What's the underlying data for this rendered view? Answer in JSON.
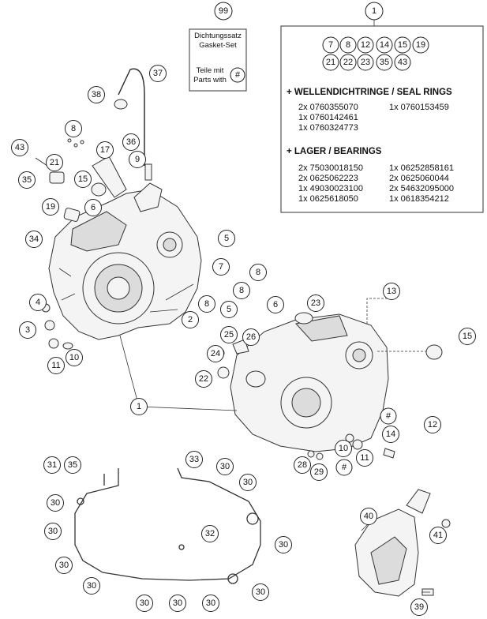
{
  "top_left_callout": "99",
  "gasket_kit": {
    "line1": "Dichtungssatz",
    "line2": "Gasket-Set",
    "line3": "Teile mit",
    "line4": "Parts with",
    "symbol": "#"
  },
  "kit_box": {
    "callout": "1",
    "parts": [
      "7",
      "8",
      "12",
      "14",
      "15",
      "19",
      "21",
      "22",
      "23",
      "35",
      "43"
    ],
    "seal_heading": "+ WELLENDICHTRINGE / SEAL RINGS",
    "seal_items": [
      {
        "left": "2x 0760355070",
        "right": "1x 0760153459"
      },
      {
        "left": "1x 0760142461",
        "right": ""
      },
      {
        "left": "1x 0760324773",
        "right": ""
      }
    ],
    "bearing_heading": "+ LAGER / BEARINGS",
    "bearing_items": [
      {
        "left": "2x 75030018150",
        "right": "1x 06252858161"
      },
      {
        "left": "2x 0625062223",
        "right": "2x 0625060044"
      },
      {
        "left": "1x 49030023100",
        "right": "2x 54632095000"
      },
      {
        "left": "1x 0625618050",
        "right": "1x 0618354212"
      }
    ]
  },
  "callouts": [
    {
      "id": "c37",
      "label": "37"
    },
    {
      "id": "c38",
      "label": "38"
    },
    {
      "id": "c36",
      "label": "36"
    },
    {
      "id": "c9",
      "label": "9"
    },
    {
      "id": "c8a",
      "label": "8"
    },
    {
      "id": "c17",
      "label": "17"
    },
    {
      "id": "c43",
      "label": "43"
    },
    {
      "id": "c21",
      "label": "21"
    },
    {
      "id": "c35a",
      "label": "35"
    },
    {
      "id": "c15a",
      "label": "15"
    },
    {
      "id": "c19",
      "label": "19"
    },
    {
      "id": "c6a",
      "label": "6"
    },
    {
      "id": "c34",
      "label": "34"
    },
    {
      "id": "c5a",
      "label": "5"
    },
    {
      "id": "c7",
      "label": "7"
    },
    {
      "id": "c8b",
      "label": "8"
    },
    {
      "id": "c8c",
      "label": "8"
    },
    {
      "id": "c8d",
      "label": "8"
    },
    {
      "id": "c5b",
      "label": "5"
    },
    {
      "id": "c2",
      "label": "2"
    },
    {
      "id": "c4",
      "label": "4"
    },
    {
      "id": "c3",
      "label": "3"
    },
    {
      "id": "c11a",
      "label": "11"
    },
    {
      "id": "c10a",
      "label": "10"
    },
    {
      "id": "c13",
      "label": "13"
    },
    {
      "id": "c6b",
      "label": "6"
    },
    {
      "id": "c23",
      "label": "23"
    },
    {
      "id": "c15b",
      "label": "15"
    },
    {
      "id": "c25",
      "label": "25"
    },
    {
      "id": "c26",
      "label": "26"
    },
    {
      "id": "c24",
      "label": "24"
    },
    {
      "id": "c22",
      "label": "22"
    },
    {
      "id": "c1b",
      "label": "1"
    },
    {
      "id": "c12",
      "label": "12"
    },
    {
      "id": "c14",
      "label": "14"
    },
    {
      "id": "c10b",
      "label": "10"
    },
    {
      "id": "c11b",
      "label": "11"
    },
    {
      "id": "c28",
      "label": "28"
    },
    {
      "id": "c29",
      "label": "29"
    },
    {
      "id": "c31",
      "label": "31"
    },
    {
      "id": "c35b",
      "label": "35"
    },
    {
      "id": "c33",
      "label": "33"
    },
    {
      "id": "c30a",
      "label": "30"
    },
    {
      "id": "c30b",
      "label": "30"
    },
    {
      "id": "c30c",
      "label": "30"
    },
    {
      "id": "c30d",
      "label": "30"
    },
    {
      "id": "c30e",
      "label": "30"
    },
    {
      "id": "c32",
      "label": "32"
    },
    {
      "id": "c30f",
      "label": "30"
    },
    {
      "id": "c30g",
      "label": "30"
    },
    {
      "id": "c30h",
      "label": "30"
    },
    {
      "id": "c30i",
      "label": "30"
    },
    {
      "id": "c30j",
      "label": "30"
    },
    {
      "id": "c30k",
      "label": "30"
    },
    {
      "id": "c40",
      "label": "40"
    },
    {
      "id": "c41",
      "label": "41"
    },
    {
      "id": "c39",
      "label": "39"
    }
  ],
  "hash_marks": [
    {
      "id": "h1",
      "label": "#"
    },
    {
      "id": "h2",
      "label": "#"
    }
  ]
}
